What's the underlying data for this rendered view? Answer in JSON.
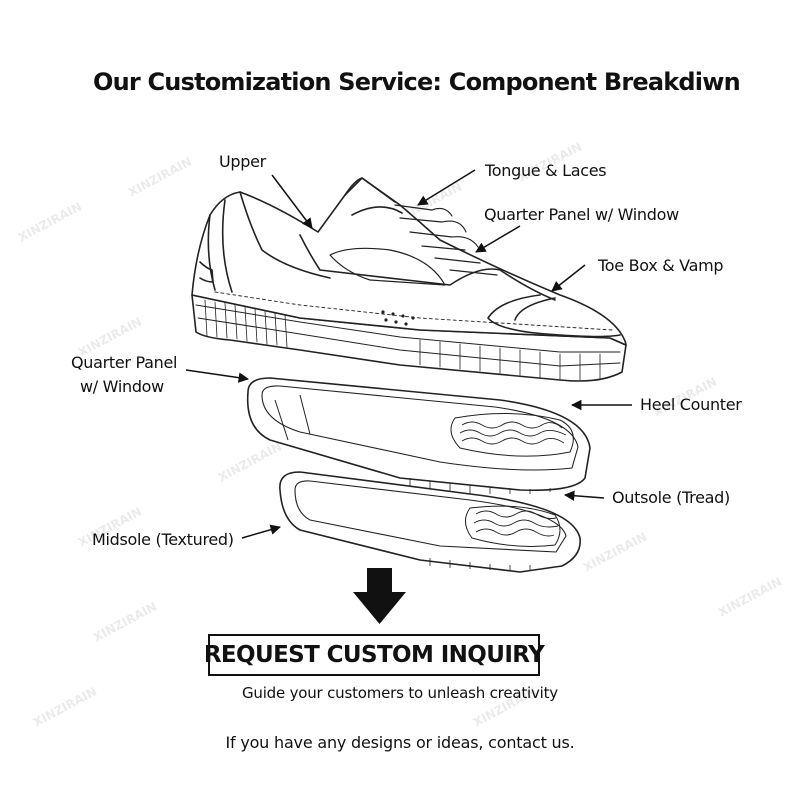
{
  "title": "Our Customization Service: Component Breakdiwn",
  "labels": {
    "upper": "Upper",
    "tongue_laces": "Tongue & Laces",
    "quarter_panel_top": "Quarter Panel w/ Window",
    "toe_box_vamp": "Toe Box & Vamp",
    "quarter_panel_left_1": "Quarter Panel",
    "quarter_panel_left_2": "w/ Window",
    "heel_counter": "Heel Counter",
    "outsole_tread": "Outsole (Tread)",
    "midsole_textured": "Midsole (Textured)"
  },
  "cta": {
    "button_label": "REQUEST CUSTOM INQUIRY",
    "subtitle": "Guide your customers to unleash creativity",
    "contact": "If you have any designs or ideas, contact us."
  },
  "watermark": {
    "text": "XINZIRAIN"
  },
  "colors": {
    "ink": "#111111",
    "background": "#ffffff"
  }
}
